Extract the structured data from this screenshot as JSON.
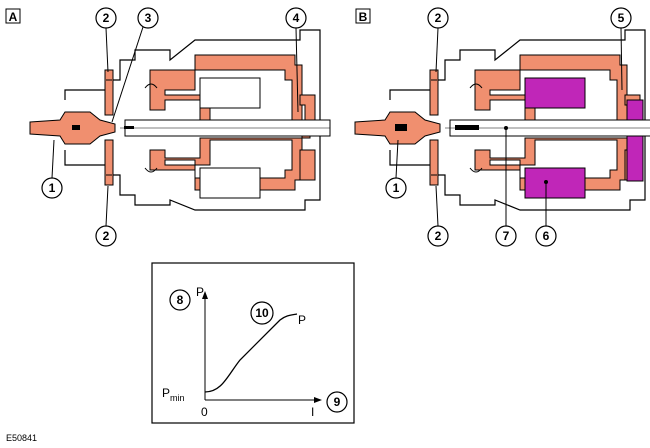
{
  "panels": [
    {
      "label": "A"
    },
    {
      "label": "B"
    }
  ],
  "callouts": {
    "a": [
      "2",
      "3",
      "4",
      "1",
      "2"
    ],
    "b": [
      "2",
      "5",
      "1",
      "2",
      "7",
      "6"
    ]
  },
  "graph": {
    "callout_top": "8",
    "callout_curve": "10",
    "callout_right": "9",
    "y_axis_label": "P",
    "curve_end_label": "P",
    "origin_label": "0",
    "x_axis_label": "I",
    "pmin_base": "P",
    "pmin_sub": "min"
  },
  "reference": "E50841",
  "colors": {
    "salmon": "#f08f6f",
    "magenta": "#c026b8",
    "outline": "#000000"
  }
}
